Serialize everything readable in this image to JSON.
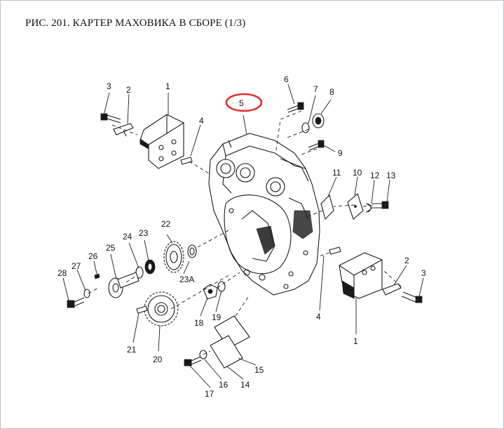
{
  "figure": {
    "title": "РИС. 201. КАРТЕР МАХОВИКА В СБОРЕ (1/3)",
    "highlight_color": "#e03030",
    "highlighted_part": "5"
  },
  "parts": {
    "p1a": "1",
    "p1b": "1",
    "p2a": "2",
    "p2b": "2",
    "p3a": "3",
    "p3b": "3",
    "p4a": "4",
    "p4b": "4",
    "p5": "5",
    "p6": "6",
    "p7": "7",
    "p8": "8",
    "p9": "9",
    "p10": "10",
    "p11": "11",
    "p12": "12",
    "p13": "13",
    "p14": "14",
    "p15": "15",
    "p16": "16",
    "p17": "17",
    "p18": "18",
    "p19": "19",
    "p20": "20",
    "p21": "21",
    "p22": "22",
    "p23": "23",
    "p23a": "23A",
    "p24": "24",
    "p25": "25",
    "p26": "26",
    "p27": "27",
    "p28": "28"
  }
}
